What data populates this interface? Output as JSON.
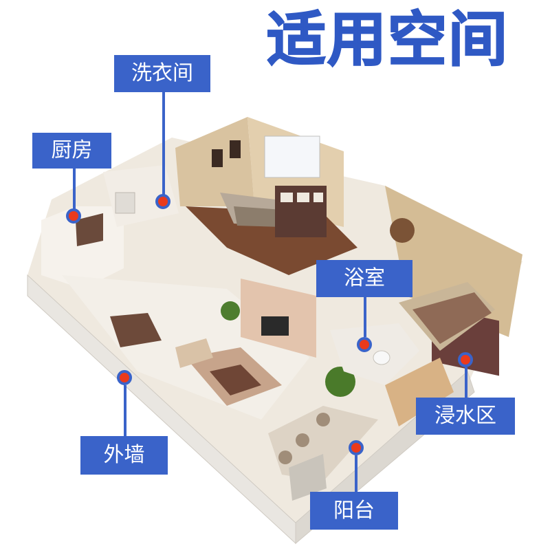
{
  "title": "适用空间",
  "areas": [
    {
      "id": "laundry",
      "label": "洗衣间"
    },
    {
      "id": "kitchen",
      "label": "厨房"
    },
    {
      "id": "bathroom",
      "label": "浴室"
    },
    {
      "id": "flood",
      "label": "浸水区"
    },
    {
      "id": "wall",
      "label": "外墙"
    },
    {
      "id": "balcony",
      "label": "阳台"
    }
  ],
  "colors": {
    "accent": "#3a63c9",
    "title": "#2f59c4",
    "pin": "#ea3a1c"
  }
}
